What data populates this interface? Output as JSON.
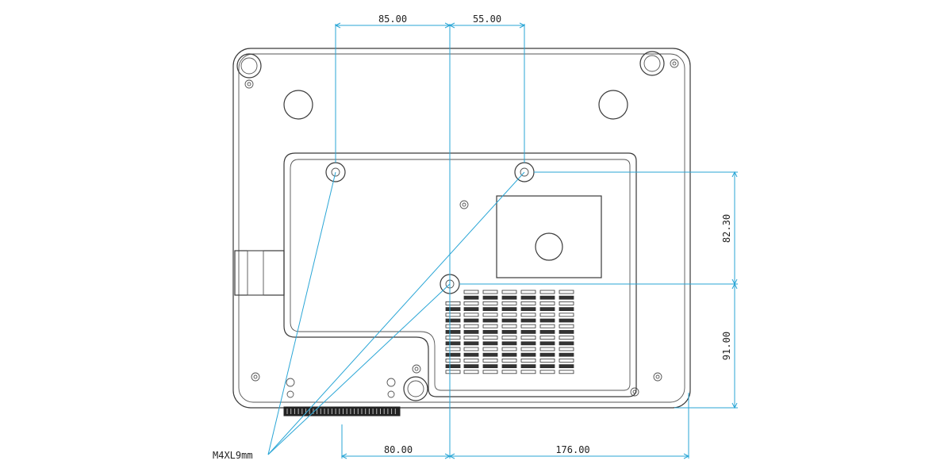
{
  "dimensions": {
    "top_left": "85.00",
    "top_right": "55.00",
    "right_upper": "82.30",
    "right_lower": "91.00",
    "bottom_left": "80.00",
    "bottom_right": "176.00"
  },
  "callout": {
    "label": "M4XL9mm"
  },
  "colors": {
    "dimension_line": "#2aa6d6",
    "outline": "#3a3a3a"
  }
}
